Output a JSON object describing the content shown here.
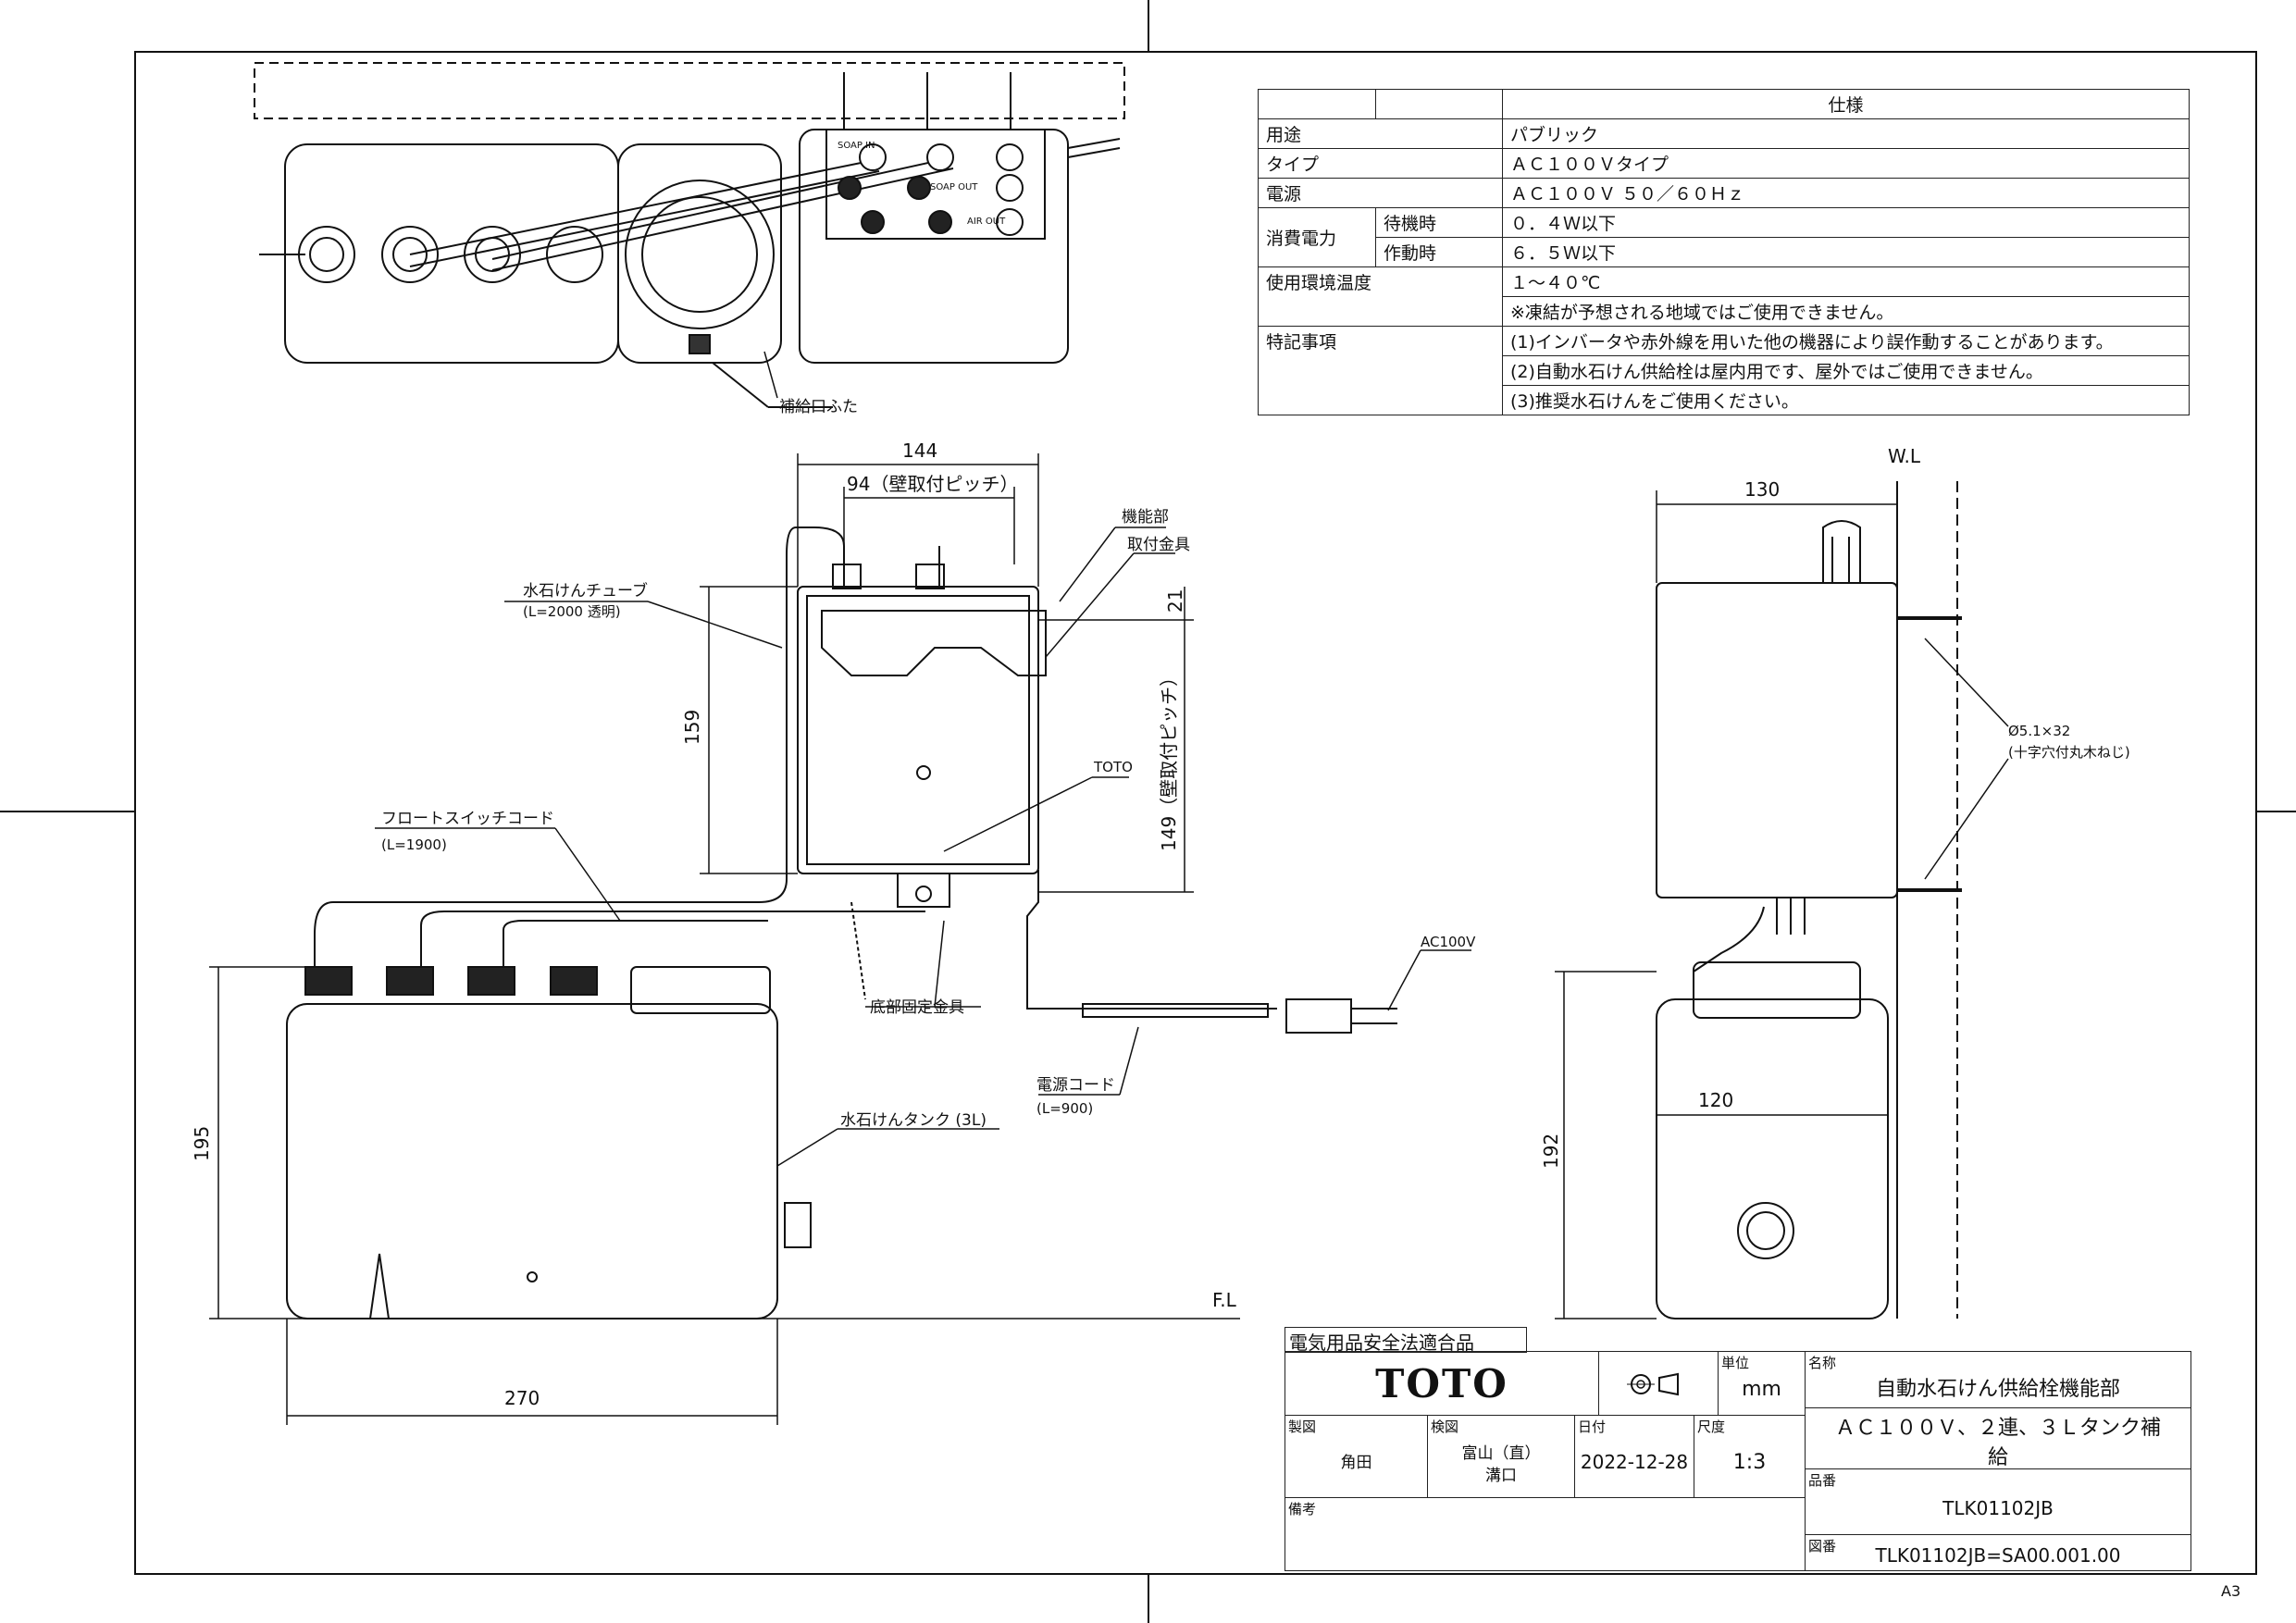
{
  "spec_table": {
    "header": "仕様",
    "rows": [
      {
        "label": "用途",
        "sub": "",
        "value": "パブリック"
      },
      {
        "label": "タイプ",
        "sub": "",
        "value": "ＡＣ１００Ｖタイプ"
      },
      {
        "label": "電源",
        "sub": "",
        "value": "ＡＣ１００Ｖ ５０／６０Ｈｚ"
      },
      {
        "label": "消費電力",
        "sub": "待機時",
        "value": "０．４Ｗ以下"
      },
      {
        "label": "",
        "sub": "作動時",
        "value": "６．５Ｗ以下"
      },
      {
        "label": "使用環境温度",
        "sub": "",
        "value": "１～４０℃"
      },
      {
        "label": "",
        "sub": "",
        "value": "※凍結が予想される地域ではご使用できません。"
      },
      {
        "label": "特記事項",
        "sub": "",
        "value": "(1)インバータや赤外線を用いた他の機器により誤作動することがあります。"
      },
      {
        "label": "",
        "sub": "",
        "value": "(2)自動水石けん供給栓は屋内用です、屋外ではご使用できません。"
      },
      {
        "label": "",
        "sub": "",
        "value": "(3)推奨水石けんをご使用ください。"
      }
    ]
  },
  "labels": {
    "refill_lid": "補給口ふた",
    "soap_tube": "水石けんチューブ",
    "soap_tube_len": "(L=2000 透明)",
    "function_unit": "機能部",
    "mount_bracket": "取付金具",
    "float_cord": "フロートスイッチコード",
    "float_cord_len": "(L=1900)",
    "brand_mark": "TOTO",
    "bottom_bracket": "底部固定金具",
    "power_cord": "電源コード",
    "power_cord_len": "(L=900)",
    "ac100v": "AC100V",
    "tank": "水石けんタンク (3L)",
    "screw": "Ø5.1×32",
    "screw_note": "(十字穴付丸木ねじ)",
    "wl": "W.L",
    "fl": "F.L",
    "port_soap_in": "SOAP IN",
    "port_soap_out": "SOAP OUT",
    "port_air_out": "AIR OUT"
  },
  "dimensions": {
    "d144": "144",
    "d94": "94（壁取付ピッチ）",
    "d21": "21",
    "d159": "159",
    "d149": "149（壁取付ピッチ）",
    "d195": "195",
    "d270": "270",
    "d130": "130",
    "d120": "120",
    "d192": "192"
  },
  "title_block": {
    "cert": "電気用品安全法適合品",
    "logo": "TOTO",
    "unit_label": "単位",
    "unit": "mm",
    "name_label": "名称",
    "name_line1": "自動水石けん供給栓機能部",
    "name_line2": "ＡＣ１００Ｖ、２連、３Ｌタンク補給",
    "drawn_label": "製図",
    "drawn": "角田",
    "checked_label": "検図",
    "checked1": "富山（直）",
    "checked2": "溝口",
    "date_label": "日付",
    "date": "2022-12-28",
    "scale_label": "尺度",
    "scale": "1:3",
    "part_label": "品番",
    "part_no": "TLK01102JB",
    "remarks_label": "備考",
    "drawing_label": "図番",
    "drawing_no": "TLK01102JB=SA00.001.00"
  },
  "sheet_size": "A3"
}
